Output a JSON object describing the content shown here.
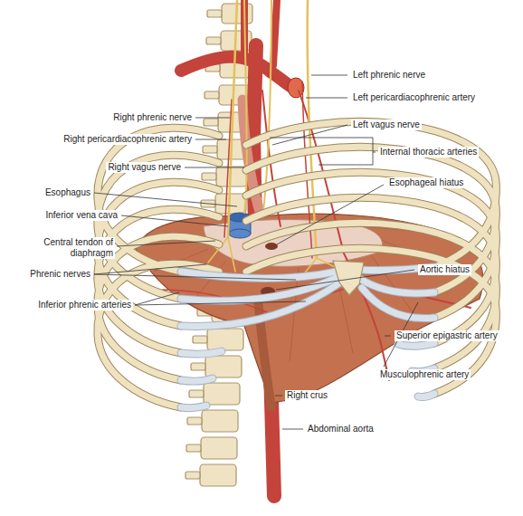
{
  "diagram": {
    "labels": [
      "Left phrenic nerve",
      "Left pericardiacophrenic artery",
      "Right phrenic nerve",
      "Left vagus nerve",
      "Right pericardiacophrenic artery",
      "Internal thoracic arteries",
      "Right vagus nerve",
      "Esophageal hiatus",
      "Esophagus",
      "Inferior vena cava",
      "Central tendon of diaphragm",
      "Aortic hiatus",
      "Phrenic nerves",
      "Inferior phrenic arteries",
      "Superior epigastric artery",
      "Musculophrenic artery",
      "Right crus",
      "Abdominal aorta"
    ]
  }
}
